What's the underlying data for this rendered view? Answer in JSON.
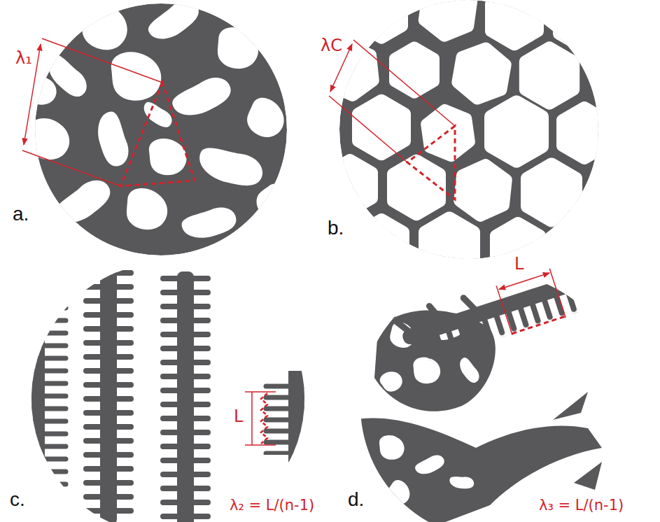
{
  "diagram": {
    "labels": [
      "λ₁",
      "a.",
      "λC",
      "b.",
      "c.",
      "L",
      "λ₂ = L/(n-1)",
      "d.",
      "L",
      "λ₃ = L/(n-1)"
    ]
  }
}
